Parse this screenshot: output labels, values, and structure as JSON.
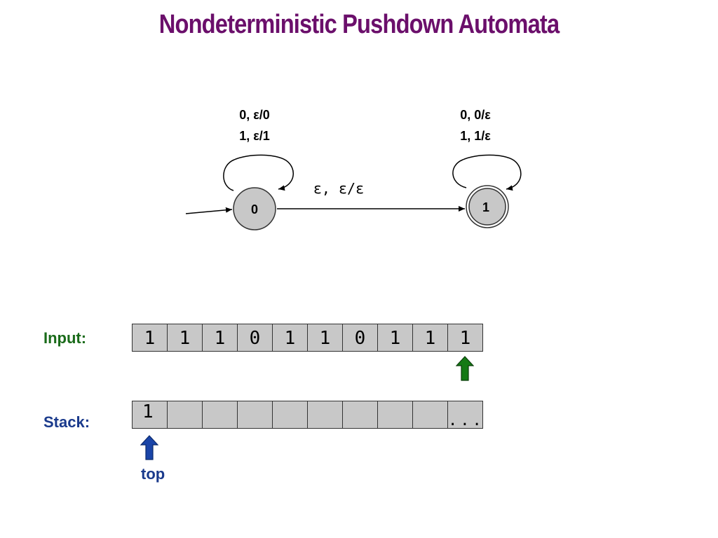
{
  "title": "Nondeterministic Pushdown Automata",
  "colors": {
    "title": "#6b0f6b",
    "input_label": "#1a6b1a",
    "stack_label": "#1a3a8c",
    "input_arrow": "#157a15",
    "stack_arrow": "#1a44a8",
    "state_fill": "#c8c8c8",
    "cell_fill": "#c8c8c8"
  },
  "diagram": {
    "states": [
      {
        "id": "q0",
        "label": "0",
        "start": true,
        "accepting": false
      },
      {
        "id": "q1",
        "label": "1",
        "start": false,
        "accepting": true
      }
    ],
    "transitions": [
      {
        "from": "q0",
        "to": "q0",
        "labels": [
          "0, ε/0",
          "1, ε/1"
        ]
      },
      {
        "from": "q0",
        "to": "q1",
        "labels": [
          "ε, ε/ε"
        ]
      },
      {
        "from": "q1",
        "to": "q1",
        "labels": [
          "0, 0/ε",
          "1, 1/ε"
        ]
      }
    ]
  },
  "input": {
    "label": "Input:",
    "cells": [
      "1",
      "1",
      "1",
      "0",
      "1",
      "1",
      "0",
      "1",
      "1",
      "1"
    ],
    "head_index": 9,
    "head_icon": "up-arrow-icon"
  },
  "stack": {
    "label": "Stack:",
    "cells": [
      "1",
      "",
      "",
      "",
      "",
      "",
      "",
      "",
      "",
      "..."
    ],
    "top_index": 0,
    "top_label": "top",
    "top_icon": "up-arrow-icon"
  }
}
